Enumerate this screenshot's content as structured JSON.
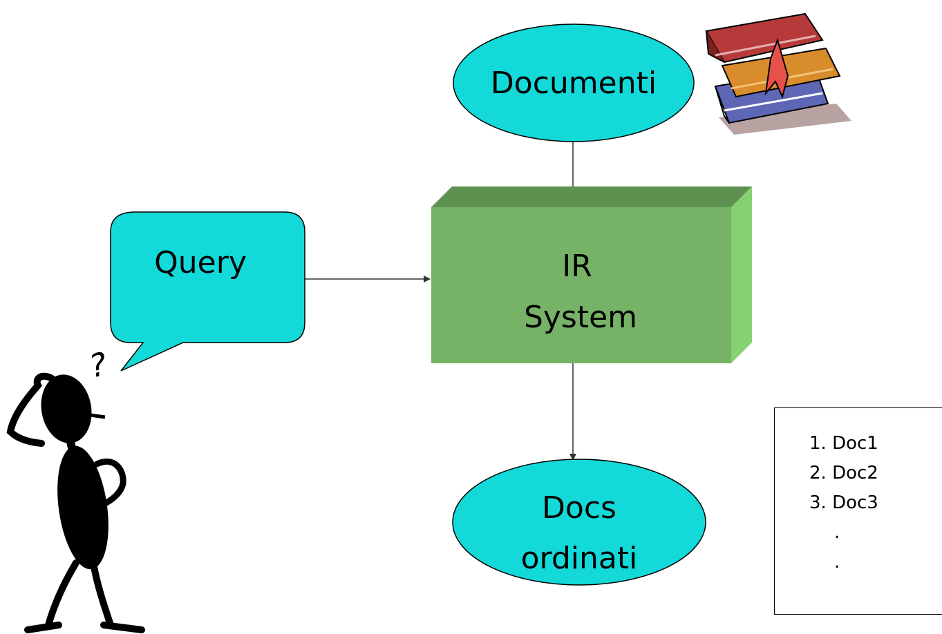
{
  "nodes": {
    "documents": "Documenti",
    "query": "Query",
    "ir_system_line1": "IR",
    "ir_system_line2": "System",
    "ranked_docs_line1": "Docs",
    "ranked_docs_line2": "ordinati"
  },
  "user_thought": "?",
  "ranked_list": [
    "1. Doc1",
    "2. Doc2",
    "3. Doc3",
    ".",
    "."
  ],
  "colors": {
    "cyan_fill": "#13D9D9",
    "box_green": "#76B366",
    "box_top": "#5E9150",
    "box_side": "#86D271"
  },
  "icons": {
    "books": "stack-of-books-icon",
    "user": "confused-person-icon"
  }
}
